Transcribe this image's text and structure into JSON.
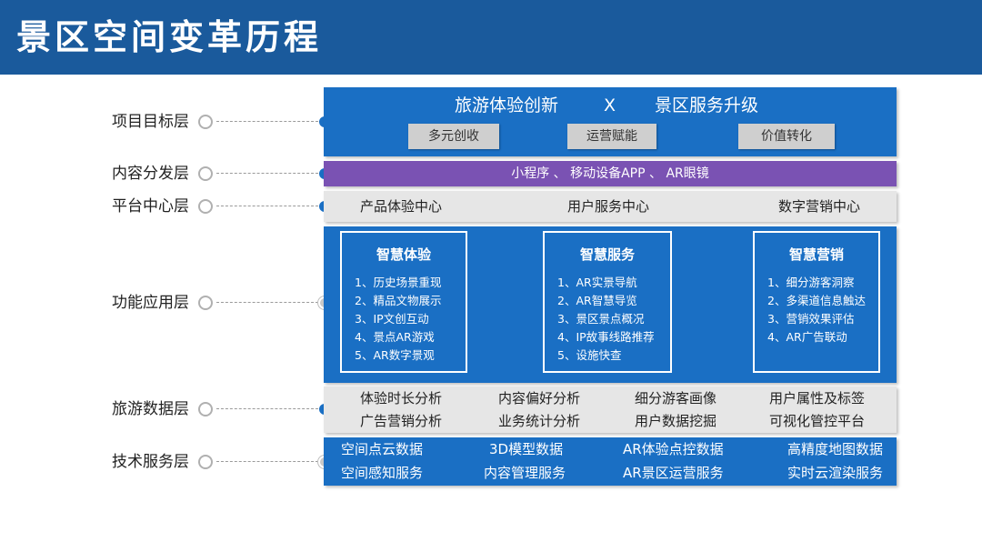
{
  "header": {
    "title": "景区空间变革历程"
  },
  "layers": [
    {
      "label": "项目目标层",
      "marker": "blue"
    },
    {
      "label": "内容分发层",
      "marker": "blue"
    },
    {
      "label": "平台中心层",
      "marker": "blue"
    },
    {
      "label": "功能应用层",
      "marker": "grey"
    },
    {
      "label": "旅游数据层",
      "marker": "blue"
    },
    {
      "label": "技术服务层",
      "marker": "grey"
    }
  ],
  "goal": {
    "left": "旅游体验创新",
    "operator": "X",
    "right": "景区服务升级",
    "chips": [
      "多元创收",
      "运营赋能",
      "价值转化"
    ]
  },
  "distribution": {
    "text": "小程序 、 移动设备APP 、 AR眼镜"
  },
  "platform": {
    "items": [
      "产品体验中心",
      "用户服务中心",
      "数字营销中心"
    ]
  },
  "functions": [
    {
      "title": "智慧体验",
      "items": [
        "1、历史场景重现",
        "2、精品文物展示",
        "3、IP文创互动",
        "4、景点AR游戏",
        "5、AR数字景观"
      ]
    },
    {
      "title": "智慧服务",
      "items": [
        "1、AR实景导航",
        "2、AR智慧导览",
        "3、景区景点概况",
        "4、IP故事线路推荐",
        "5、设施快查"
      ]
    },
    {
      "title": "智慧营销",
      "items": [
        "1、细分游客洞察",
        "2、多渠道信息触达",
        "3、营销效果评估",
        "4、AR广告联动"
      ]
    }
  ],
  "data_layer": {
    "row1": [
      "体验时长分析",
      "内容偏好分析",
      "细分游客画像",
      "用户属性及标签"
    ],
    "row2": [
      "广告营销分析",
      "业务统计分析",
      "用户数据挖掘",
      "可视化管控平台"
    ]
  },
  "tech_layer": {
    "row1": [
      "空间点云数据",
      "3D模型数据",
      "AR体验点控数据",
      "高精度地图数据"
    ],
    "row2": [
      "空间感知服务",
      "内容管理服务",
      "AR景区运营服务",
      "实时云渲染服务"
    ]
  }
}
